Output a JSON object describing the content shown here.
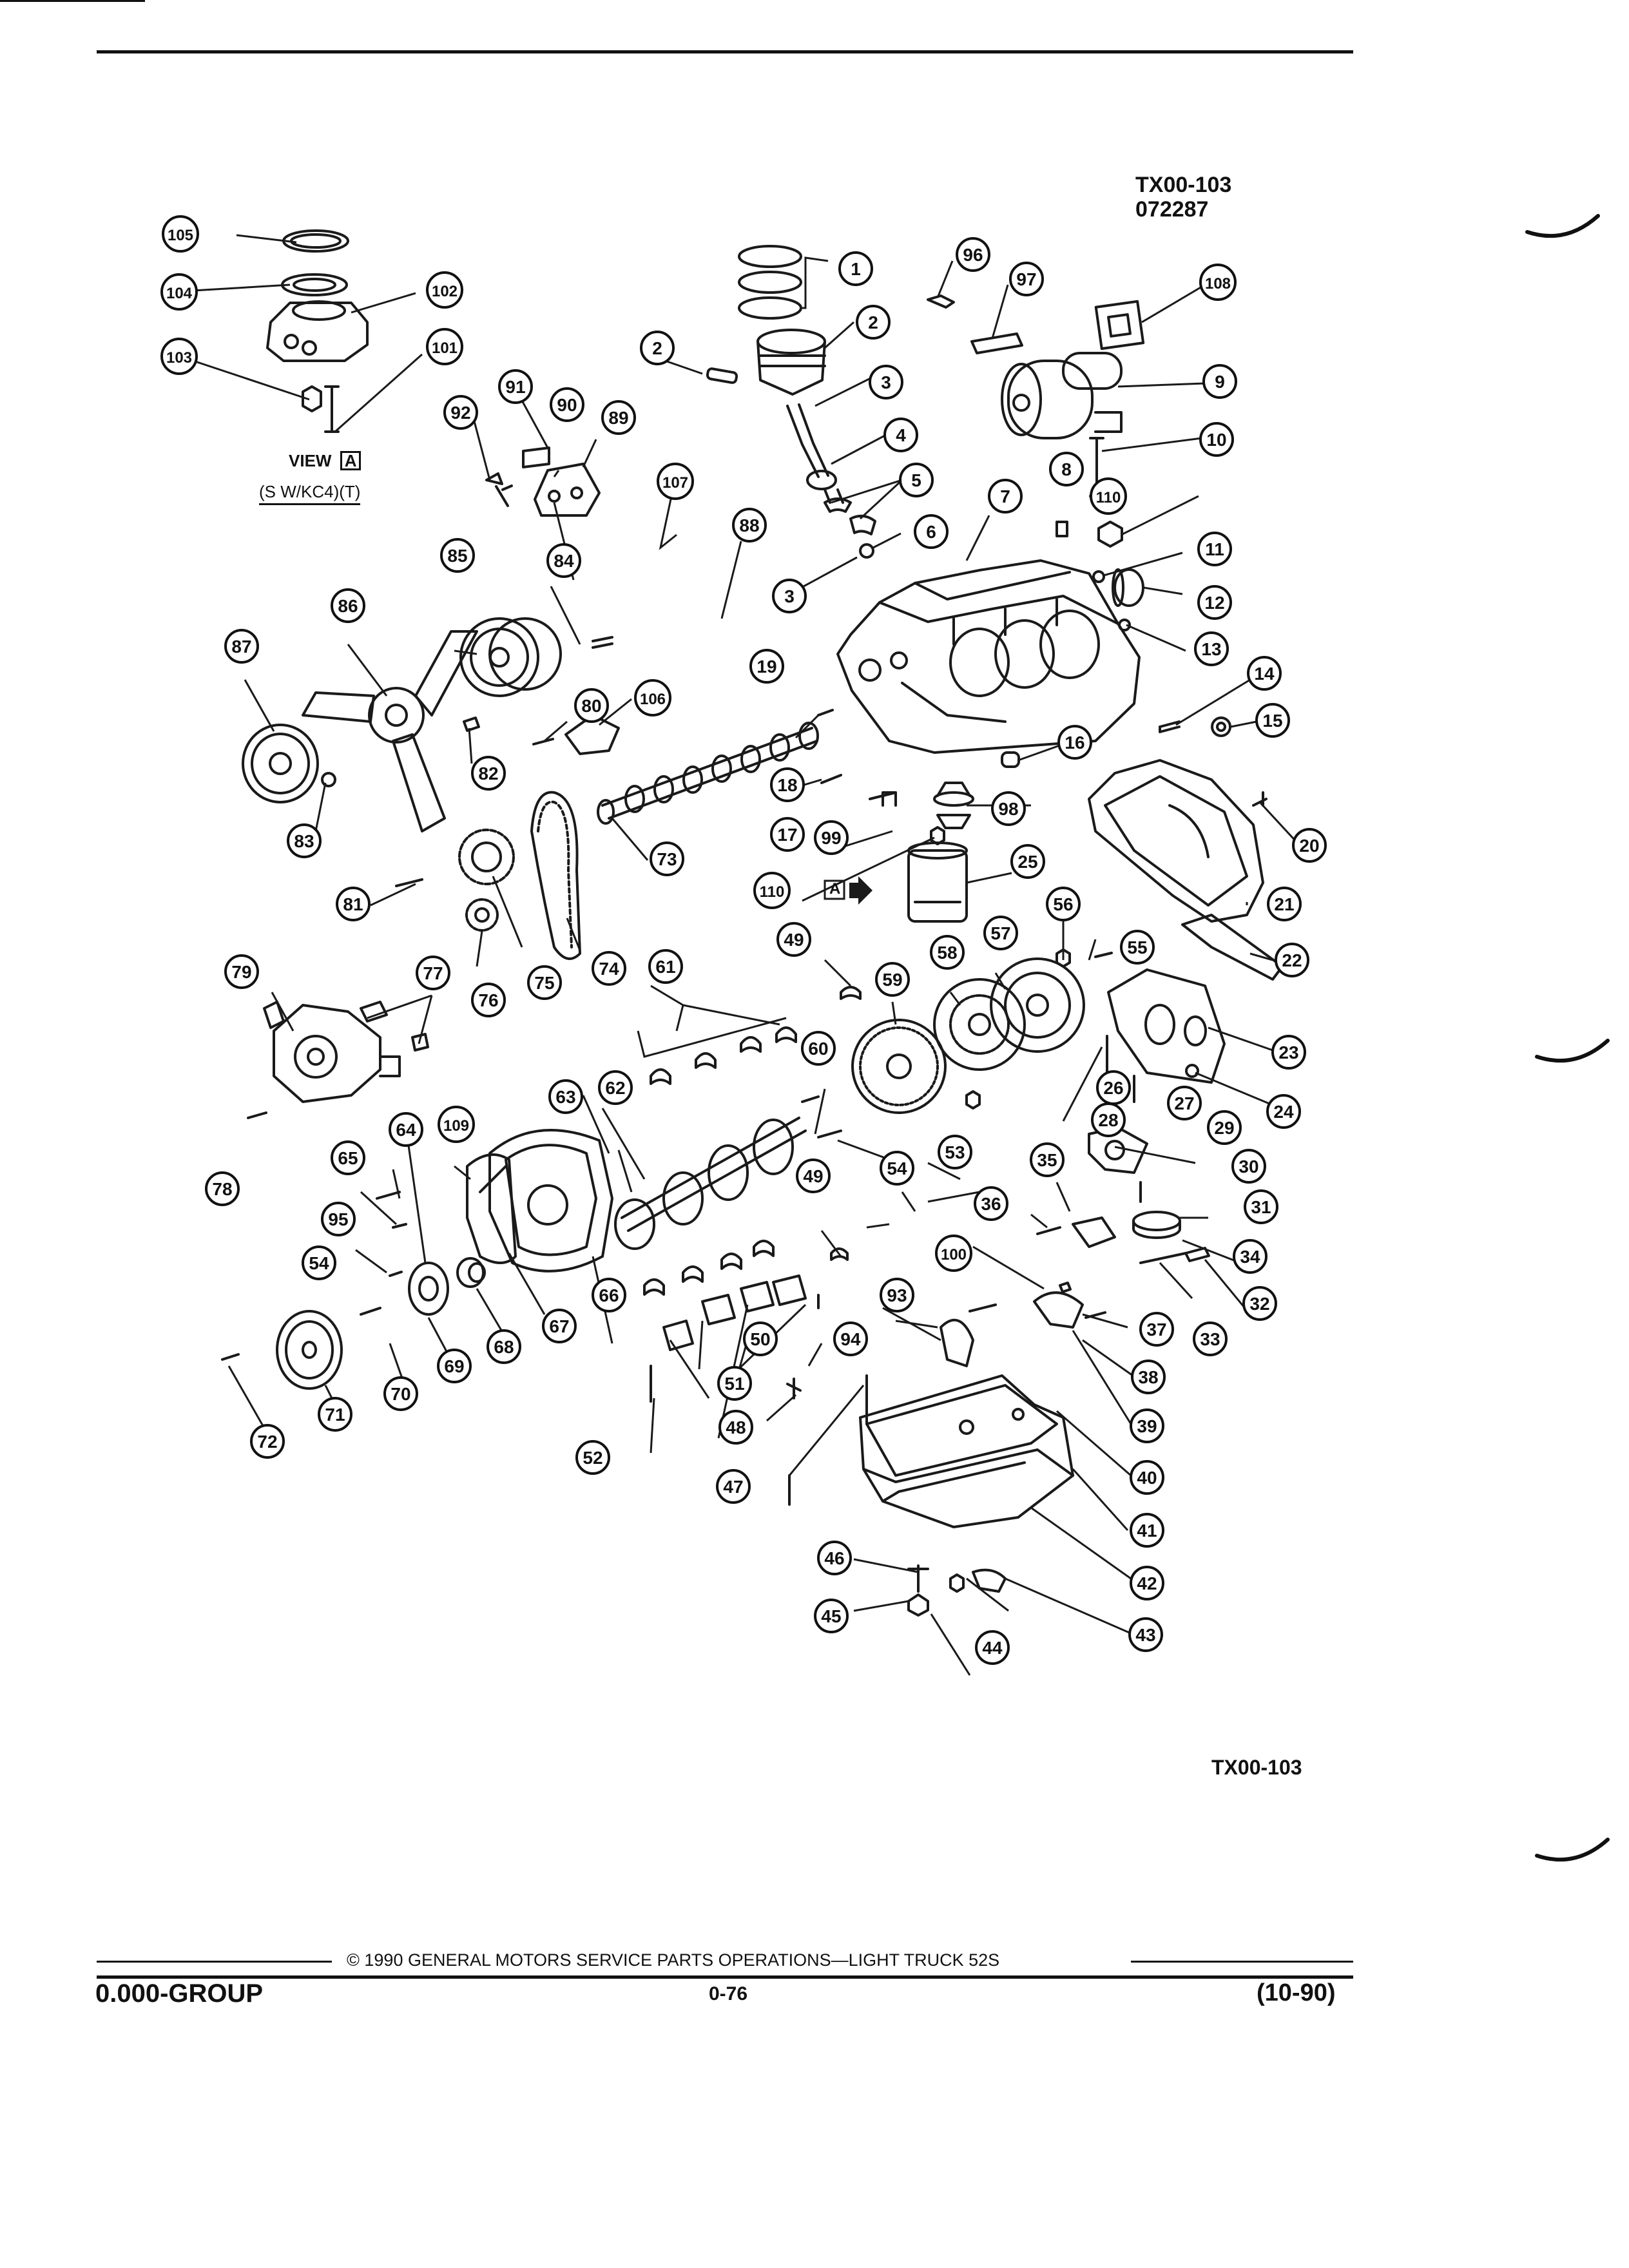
{
  "header": {
    "figure_code": "TX00-103",
    "figure_date": "072287"
  },
  "view_label": {
    "word": "VIEW",
    "letter": "A",
    "note": "(S W/KC4)(T)"
  },
  "filter_marker": {
    "letter": "A"
  },
  "footer": {
    "figure_code": "TX00-103",
    "copyright": "© 1990 GENERAL MOTORS SERVICE PARTS OPERATIONS—LIGHT TRUCK 52S",
    "group": "0.000-GROUP",
    "page": "0-76",
    "date": "(10-90)"
  },
  "callouts": [
    {
      "id": "c1",
      "label": "1"
    },
    {
      "id": "c2a",
      "label": "2"
    },
    {
      "id": "c2b",
      "label": "2"
    },
    {
      "id": "c3a",
      "label": "3"
    },
    {
      "id": "c3b",
      "label": "3"
    },
    {
      "id": "c4",
      "label": "4"
    },
    {
      "id": "c5",
      "label": "5"
    },
    {
      "id": "c6",
      "label": "6"
    },
    {
      "id": "c7",
      "label": "7"
    },
    {
      "id": "c8",
      "label": "8"
    },
    {
      "id": "c9",
      "label": "9"
    },
    {
      "id": "c10",
      "label": "10"
    },
    {
      "id": "c11",
      "label": "11"
    },
    {
      "id": "c12",
      "label": "12"
    },
    {
      "id": "c13",
      "label": "13"
    },
    {
      "id": "c14",
      "label": "14"
    },
    {
      "id": "c15",
      "label": "15"
    },
    {
      "id": "c16",
      "label": "16"
    },
    {
      "id": "c17",
      "label": "17"
    },
    {
      "id": "c18",
      "label": "18"
    },
    {
      "id": "c19",
      "label": "19"
    },
    {
      "id": "c20",
      "label": "20"
    },
    {
      "id": "c21",
      "label": "21"
    },
    {
      "id": "c22",
      "label": "22"
    },
    {
      "id": "c23",
      "label": "23"
    },
    {
      "id": "c24",
      "label": "24"
    },
    {
      "id": "c25",
      "label": "25"
    },
    {
      "id": "c26",
      "label": "26"
    },
    {
      "id": "c27",
      "label": "27"
    },
    {
      "id": "c28",
      "label": "28"
    },
    {
      "id": "c29",
      "label": "29"
    },
    {
      "id": "c30",
      "label": "30"
    },
    {
      "id": "c31",
      "label": "31"
    },
    {
      "id": "c32",
      "label": "32"
    },
    {
      "id": "c33",
      "label": "33"
    },
    {
      "id": "c34",
      "label": "34"
    },
    {
      "id": "c35",
      "label": "35"
    },
    {
      "id": "c36",
      "label": "36"
    },
    {
      "id": "c37",
      "label": "37"
    },
    {
      "id": "c38",
      "label": "38"
    },
    {
      "id": "c39",
      "label": "39"
    },
    {
      "id": "c40",
      "label": "40"
    },
    {
      "id": "c41",
      "label": "41"
    },
    {
      "id": "c42",
      "label": "42"
    },
    {
      "id": "c43",
      "label": "43"
    },
    {
      "id": "c44",
      "label": "44"
    },
    {
      "id": "c45",
      "label": "45"
    },
    {
      "id": "c46",
      "label": "46"
    },
    {
      "id": "c47",
      "label": "47"
    },
    {
      "id": "c48",
      "label": "48"
    },
    {
      "id": "c49a",
      "label": "49"
    },
    {
      "id": "c49b",
      "label": "49"
    },
    {
      "id": "c50",
      "label": "50"
    },
    {
      "id": "c51",
      "label": "51"
    },
    {
      "id": "c52",
      "label": "52"
    },
    {
      "id": "c53",
      "label": "53"
    },
    {
      "id": "c54a",
      "label": "54"
    },
    {
      "id": "c54b",
      "label": "54"
    },
    {
      "id": "c55",
      "label": "55"
    },
    {
      "id": "c56",
      "label": "56"
    },
    {
      "id": "c57",
      "label": "57"
    },
    {
      "id": "c58",
      "label": "58"
    },
    {
      "id": "c59",
      "label": "59"
    },
    {
      "id": "c60",
      "label": "60"
    },
    {
      "id": "c61",
      "label": "61"
    },
    {
      "id": "c62",
      "label": "62"
    },
    {
      "id": "c63",
      "label": "63"
    },
    {
      "id": "c64",
      "label": "64"
    },
    {
      "id": "c65",
      "label": "65"
    },
    {
      "id": "c66",
      "label": "66"
    },
    {
      "id": "c67",
      "label": "67"
    },
    {
      "id": "c68",
      "label": "68"
    },
    {
      "id": "c69",
      "label": "69"
    },
    {
      "id": "c70",
      "label": "70"
    },
    {
      "id": "c71",
      "label": "71"
    },
    {
      "id": "c72",
      "label": "72"
    },
    {
      "id": "c73",
      "label": "73"
    },
    {
      "id": "c74",
      "label": "74"
    },
    {
      "id": "c75",
      "label": "75"
    },
    {
      "id": "c76",
      "label": "76"
    },
    {
      "id": "c77",
      "label": "77"
    },
    {
      "id": "c78",
      "label": "78"
    },
    {
      "id": "c79",
      "label": "79"
    },
    {
      "id": "c80",
      "label": "80"
    },
    {
      "id": "c81",
      "label": "81"
    },
    {
      "id": "c82",
      "label": "82"
    },
    {
      "id": "c83",
      "label": "83"
    },
    {
      "id": "c84",
      "label": "84"
    },
    {
      "id": "c85",
      "label": "85"
    },
    {
      "id": "c86",
      "label": "86"
    },
    {
      "id": "c87",
      "label": "87"
    },
    {
      "id": "c88",
      "label": "88"
    },
    {
      "id": "c89",
      "label": "89"
    },
    {
      "id": "c90",
      "label": "90"
    },
    {
      "id": "c91",
      "label": "91"
    },
    {
      "id": "c92",
      "label": "92"
    },
    {
      "id": "c93",
      "label": "93"
    },
    {
      "id": "c94",
      "label": "94"
    },
    {
      "id": "c95",
      "label": "95"
    },
    {
      "id": "c96",
      "label": "96"
    },
    {
      "id": "c97",
      "label": "97"
    },
    {
      "id": "c98",
      "label": "98"
    },
    {
      "id": "c99",
      "label": "99"
    },
    {
      "id": "c100",
      "label": "100"
    },
    {
      "id": "c101",
      "label": "101"
    },
    {
      "id": "c102",
      "label": "102"
    },
    {
      "id": "c103",
      "label": "103"
    },
    {
      "id": "c104",
      "label": "104"
    },
    {
      "id": "c105",
      "label": "105"
    },
    {
      "id": "c106",
      "label": "106"
    },
    {
      "id": "c107",
      "label": "107"
    },
    {
      "id": "c108",
      "label": "108"
    },
    {
      "id": "c109",
      "label": "109"
    },
    {
      "id": "c110a",
      "label": "110"
    },
    {
      "id": "c110b",
      "label": "110"
    }
  ]
}
